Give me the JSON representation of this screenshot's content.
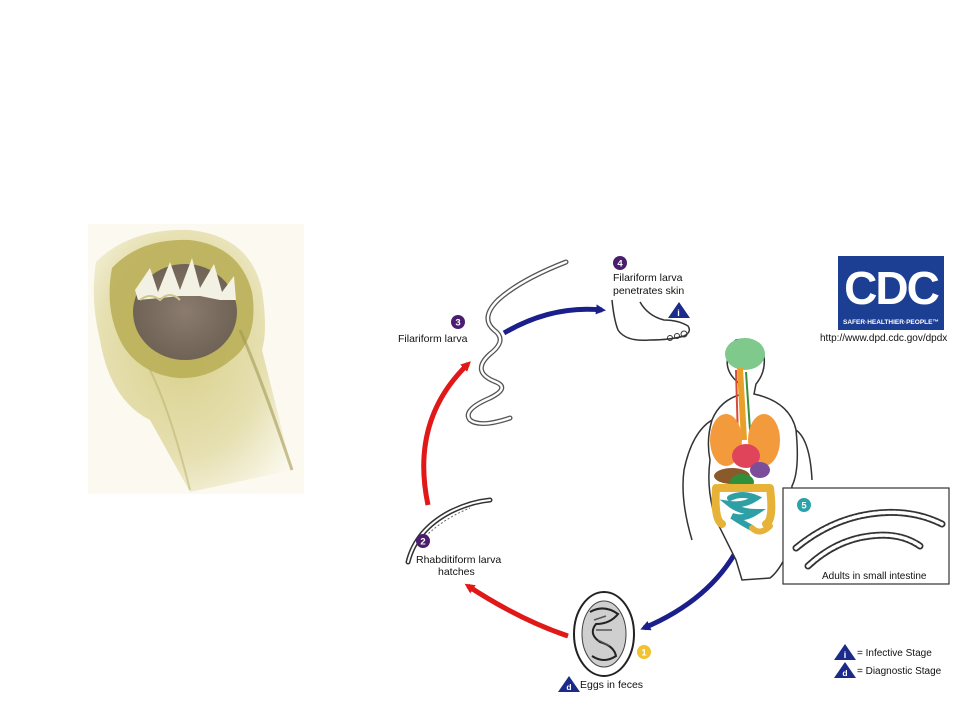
{
  "diagram": {
    "stages": [
      {
        "number": "1",
        "label_lines": [
          "Eggs in feces"
        ],
        "badge_color": "#f2c230"
      },
      {
        "number": "2",
        "label_lines": [
          "Rhabditiform larva",
          "hatches"
        ],
        "badge_color": "#4b1d6e"
      },
      {
        "number": "3",
        "label_lines": [
          "Filariform larva"
        ],
        "badge_color": "#4b1d6e"
      },
      {
        "number": "4",
        "label_lines": [
          "Filariform larva",
          "penetrates skin"
        ],
        "badge_color": "#4b1d6e"
      },
      {
        "number": "5",
        "label_lines": [
          "Adults in small intestine"
        ],
        "badge_color": "#2aa3a8"
      }
    ],
    "stage_markers": {
      "infective": "i",
      "diagnostic": "d"
    },
    "legend": [
      {
        "marker": "i",
        "text": "= Infective Stage"
      },
      {
        "marker": "d",
        "text": "= Diagnostic Stage"
      }
    ],
    "colors": {
      "human_cycle_arrow": "#1a1f8c",
      "free_living_arrow": "#e01818",
      "marker_blue": "#1c2a8a",
      "cdc_blue": "#1c3f94"
    }
  },
  "cdc": {
    "logo_text": "CDC",
    "tagline": "SAFER·HEALTHIER·PEOPLE™",
    "url": "http://www.dpd.cdc.gov/dpdx"
  },
  "photo": {
    "subject": "hookworm-mouth"
  }
}
